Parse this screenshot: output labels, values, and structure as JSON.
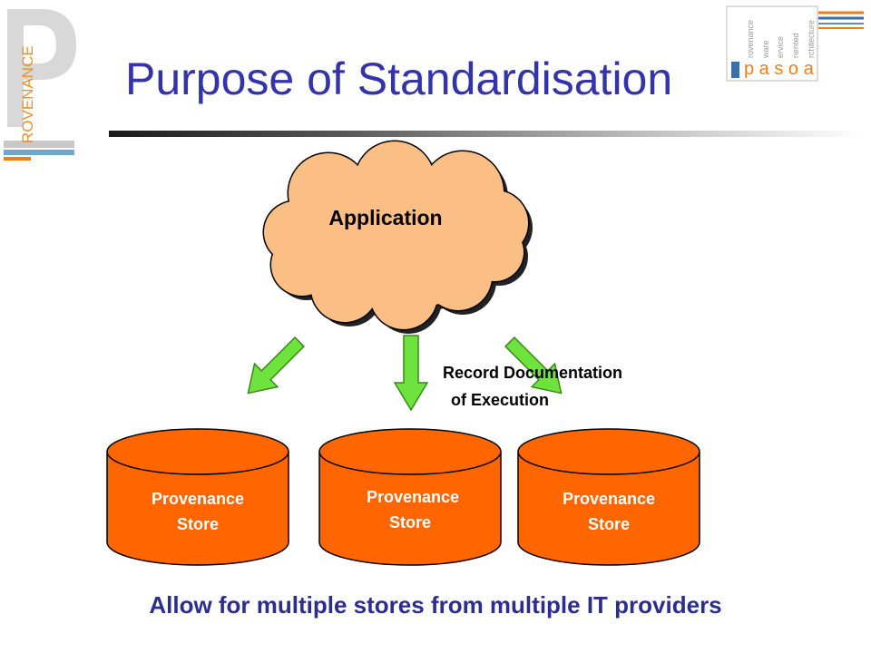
{
  "slide": {
    "title": "Purpose of Standardisation",
    "footer": "Allow for multiple stores from multiple IT providers"
  },
  "logo_left": {
    "text": "ROVENANCE"
  },
  "logo_right": {
    "brand": "p a s o a",
    "words": [
      "rovenance",
      "ware",
      "ervice",
      "riented",
      "rchitecture"
    ]
  },
  "diagram": {
    "application_label": "Application",
    "annotation_line1": "Record Documentation",
    "annotation_line2": "of Execution",
    "stores": [
      {
        "line1": "Provenance",
        "line2": "Store"
      },
      {
        "line1": "Provenance",
        "line2": "Store"
      },
      {
        "line1": "Provenance",
        "line2": "Store"
      }
    ]
  },
  "colors": {
    "title": "#3333aa",
    "footer": "#2d2d8f",
    "cloud_fill": "#fbbf85",
    "store_fill": "#ff6600",
    "arrow_fill": "#6fe33d",
    "logo_orange": "#f07d1a",
    "logo_blue": "#3a6fa8"
  }
}
